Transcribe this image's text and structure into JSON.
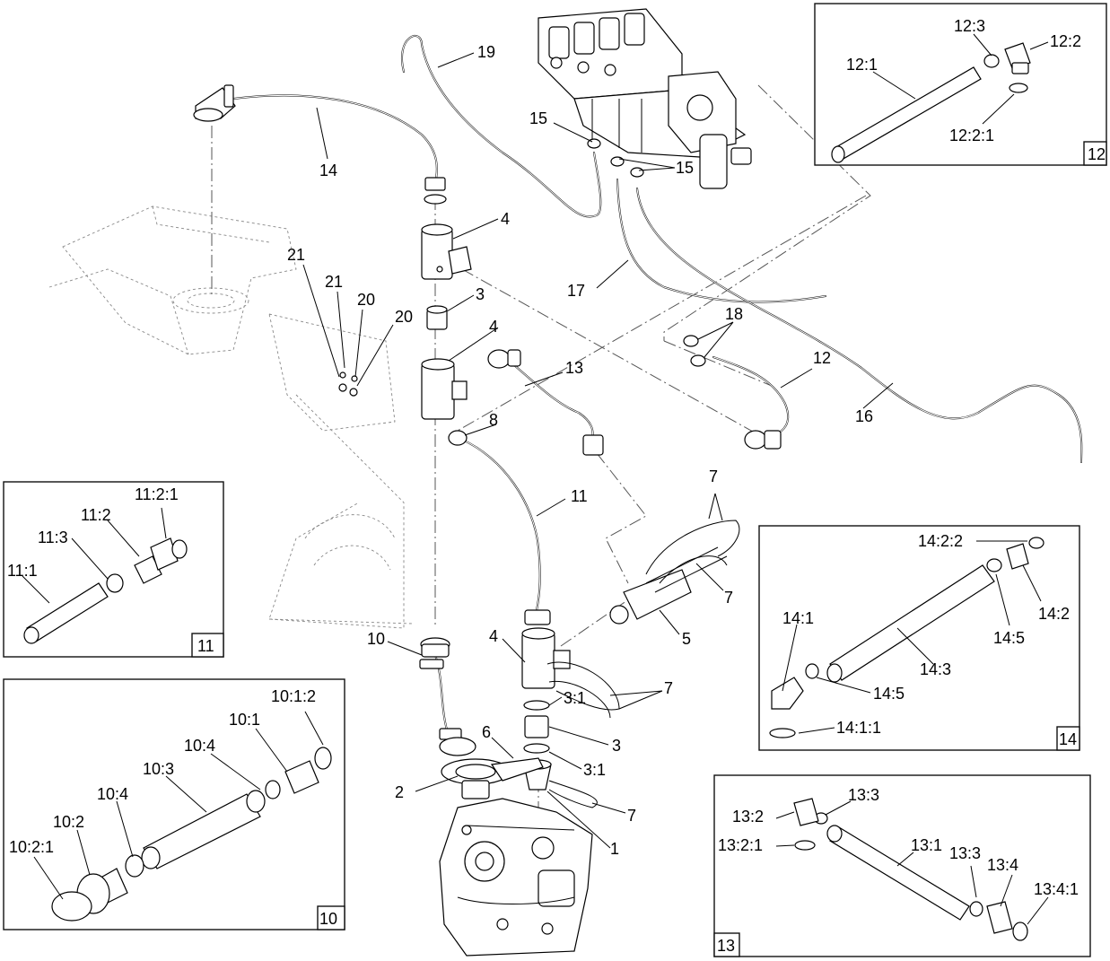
{
  "callouts": {
    "c19": "19",
    "c14": "14",
    "c15a": "15",
    "c15b": "15",
    "c4a": "4",
    "c3a": "3",
    "c21a": "21",
    "c21b": "21",
    "c20a": "20",
    "c20b": "20",
    "c17": "17",
    "c18": "18",
    "c12": "12",
    "c16": "16",
    "c13": "13",
    "c4b": "4",
    "c8": "8",
    "c11": "11",
    "c7a": "7",
    "c7b": "7",
    "c5": "5",
    "c4c": "4",
    "c10": "10",
    "c7c": "7",
    "c31a": "3:1",
    "c3b": "3",
    "c6": "6",
    "c31b": "3:1",
    "c2": "2",
    "c7d": "7",
    "c1": "1"
  },
  "detail_12": {
    "box_number": "12",
    "labels": {
      "l121": "12:1",
      "l123": "12:3",
      "l122": "12:2",
      "l1221": "12:2:1"
    }
  },
  "detail_11": {
    "box_number": "11",
    "labels": {
      "l1121": "11:2:1",
      "l112": "11:2",
      "l113": "11:3",
      "l111": "11:1"
    }
  },
  "detail_14": {
    "box_number": "14",
    "labels": {
      "l1422": "14:2:2",
      "l142": "14:2",
      "l141": "14:1",
      "l145a": "14:5",
      "l143": "14:3",
      "l145b": "14:5",
      "l1411": "14:1:1"
    }
  },
  "detail_10": {
    "box_number": "10",
    "labels": {
      "l1012": "10:1:2",
      "l101": "10:1",
      "l104a": "10:4",
      "l103": "10:3",
      "l104b": "10:4",
      "l102": "10:2",
      "l1021": "10:2:1"
    }
  },
  "detail_13": {
    "box_number": "13",
    "labels": {
      "l133a": "13:3",
      "l132": "13:2",
      "l1321": "13:2:1",
      "l131": "13:1",
      "l133b": "13:3",
      "l134": "13:4",
      "l1341": "13:4:1"
    }
  },
  "icons": [
    "hose",
    "hose-clamp",
    "elbow-fitting",
    "tee-fitting",
    "o-ring",
    "valve-manifold",
    "pump",
    "filter"
  ]
}
